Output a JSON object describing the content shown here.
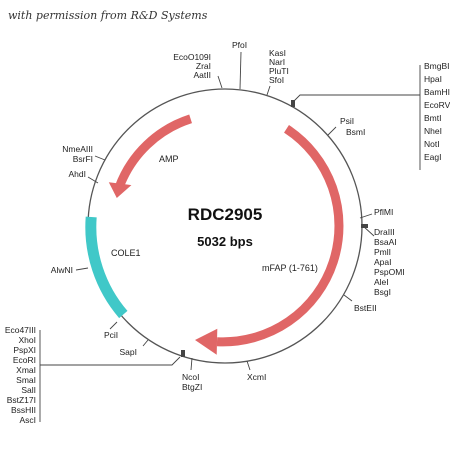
{
  "credit": "with permission from R&D Systems",
  "plasmid": {
    "name": "RDC2905",
    "size": "5032 bps"
  },
  "colors": {
    "backbone": "#555555",
    "gene": "#e06666",
    "gene_fill": "#f08080",
    "ori": "#40c8c8",
    "ori_fill": "#7fd8d8",
    "leader": "#444444"
  },
  "features": [
    {
      "label": "AMP",
      "kind": "gene",
      "direction": "ccw"
    },
    {
      "label": "mFAP (1-761)",
      "kind": "gene",
      "direction": "cw"
    },
    {
      "label": "COLE1",
      "kind": "origin",
      "direction": "none"
    }
  ],
  "site_groups": [
    {
      "id": "top-left",
      "labels": [
        "EcoO109I",
        "ZraI",
        "AatII"
      ]
    },
    {
      "id": "top",
      "labels": [
        "PfoI"
      ]
    },
    {
      "id": "top-right",
      "labels": [
        "KasI",
        "NarI",
        "PluTI",
        "SfoI"
      ]
    },
    {
      "id": "right-column",
      "labels": [
        "BmgBI",
        "HpaI",
        "BamHI",
        "EcoRV",
        "BmtI",
        "NheI",
        "NotI",
        "EagI"
      ]
    },
    {
      "id": "psi",
      "labels": [
        "PsiI",
        "BsmI"
      ]
    },
    {
      "id": "right-middle",
      "labels": [
        "PflMI",
        "DraIII",
        "BsaAI",
        "PmlI",
        "ApaI",
        "PspOMI",
        "AleI",
        "BsgI"
      ]
    },
    {
      "id": "bst",
      "labels": [
        "BstEII"
      ]
    },
    {
      "id": "xcm",
      "labels": [
        "XcmI"
      ]
    },
    {
      "id": "bottom",
      "labels": [
        "NcoI",
        "BtgZI"
      ]
    },
    {
      "id": "left-column",
      "labels": [
        "Eco47III",
        "XhoI",
        "PspXI",
        "EcoRI",
        "XmaI",
        "SmaI",
        "SalI",
        "BstZ17I",
        "BssHII",
        "AscI"
      ]
    },
    {
      "id": "sap",
      "labels": [
        "SapI"
      ]
    },
    {
      "id": "pci",
      "labels": [
        "PciI"
      ]
    },
    {
      "id": "alw",
      "labels": [
        "AlwNI"
      ]
    },
    {
      "id": "left-upper",
      "labels": [
        "NmeAIII",
        "BsrFI"
      ]
    },
    {
      "id": "ahd",
      "labels": [
        "AhdI"
      ]
    }
  ]
}
